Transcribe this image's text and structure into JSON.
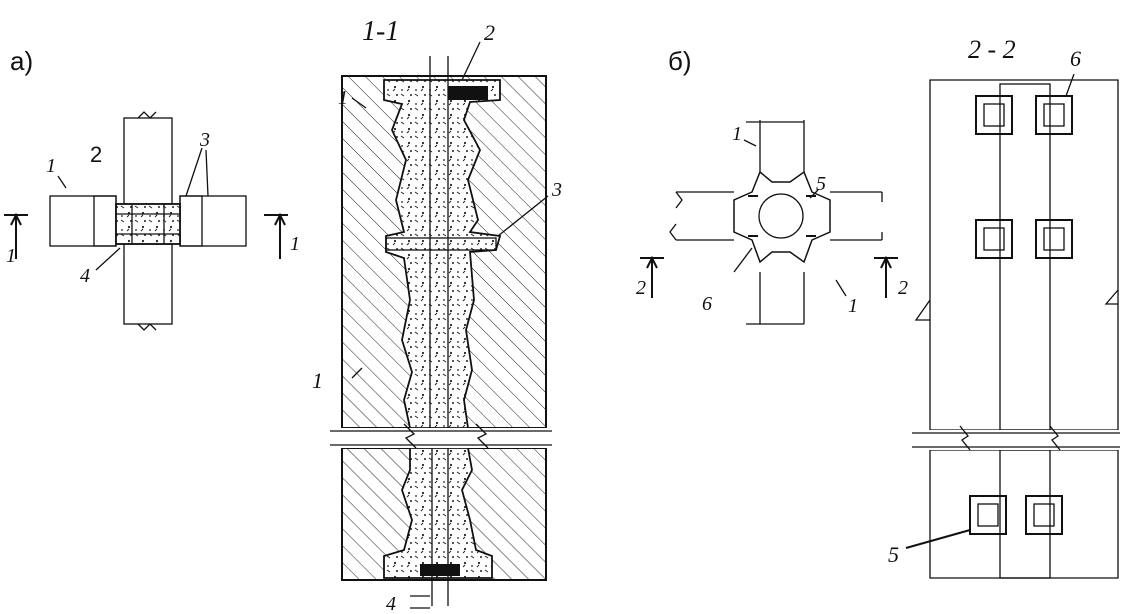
{
  "labels": {
    "part_a": "а)",
    "part_b": "б)",
    "section_1": "1-1",
    "section_2": "2 - 2",
    "a_cut_left": "1",
    "a_cut_right": "1",
    "b_cut_left": "2",
    "b_cut_right": "2",
    "n1": "1",
    "n2": "2",
    "n3": "3",
    "n4": "4",
    "n5": "5",
    "n6": "6"
  }
}
